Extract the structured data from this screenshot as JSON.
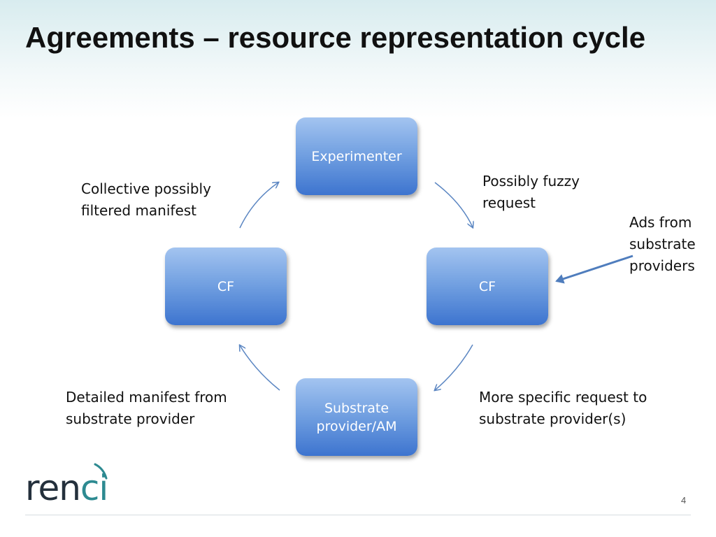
{
  "slide": {
    "title": "Agreements – resource representation cycle",
    "page_number": "4"
  },
  "nodes": {
    "top": "Experimenter",
    "left": "CF",
    "right": "CF",
    "bottom": "Substrate provider/AM"
  },
  "labels": {
    "top_left": "Collective possibly\nfiltered manifest",
    "top_right": "Possibly fuzzy\nrequest",
    "side_right": "Ads from\nsubstrate\nproviders",
    "bottom_left": "Detailed manifest from\nsubstrate provider",
    "bottom_right": "More specific request to\nsubstrate provider(s)"
  },
  "logo": {
    "text": "renci",
    "colors": {
      "dark": "#24303c",
      "accent": "#2d8a91"
    }
  },
  "colors": {
    "node_top": "#a3c4f0",
    "node_bottom": "#3d74cf",
    "arrow": "#5b86c2"
  }
}
